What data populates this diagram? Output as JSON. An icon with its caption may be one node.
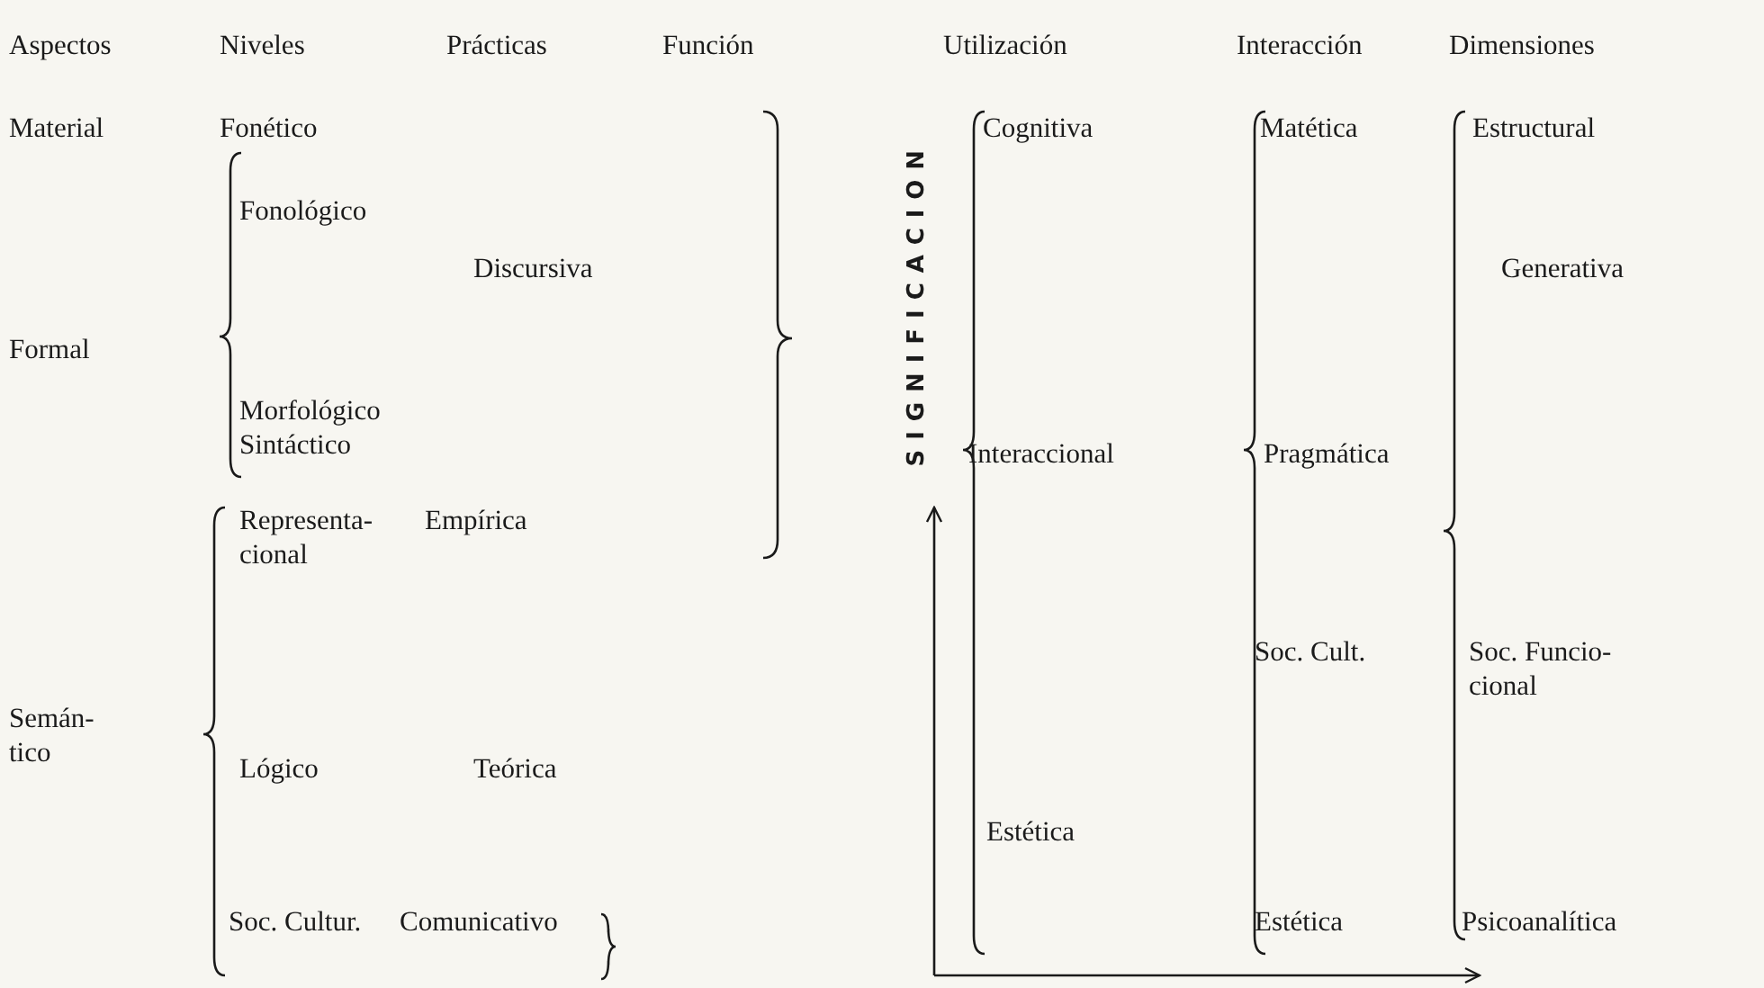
{
  "diagram": {
    "labels": [
      "Aspectos",
      "Niveles",
      "Prácticas",
      "Función",
      "Utilización",
      "Interacción",
      "Dimensiones",
      "Material",
      "Fonético",
      "Cognitiva",
      "Matética",
      "Estructural",
      "Fonológico",
      "Discursiva",
      "SIGNIFICACION",
      "Generativa",
      "Formal",
      "Morfológico Sintáctico",
      "Interaccional",
      "Pragmática",
      "Representa- cional",
      "Empírica",
      "Soc. Cult.",
      "Soc. Funcio- cional",
      "Semán- tico",
      "Lógico",
      "Teórica",
      "Estética",
      "Soc. Cultur.",
      "Comunicativo",
      "Estética",
      "Psicoanalítica"
    ]
  }
}
